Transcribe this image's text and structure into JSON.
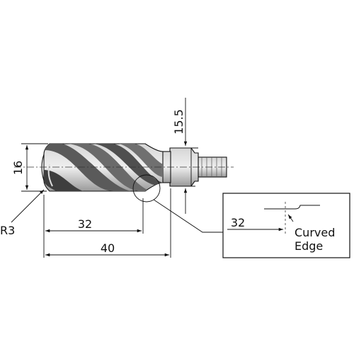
{
  "dimensions": {
    "shank_length": "15.5",
    "diameter": "16",
    "corner_radius": "R3",
    "flute_length": "32",
    "overall_length": "40"
  },
  "detail": {
    "dimension": "32",
    "note_line1": "Curved",
    "note_line2": "Edge"
  },
  "colors": {
    "line": "#111111",
    "body_fill": "#b8b8b8",
    "flute_fill": "#5a5a5a",
    "background": "#ffffff"
  }
}
